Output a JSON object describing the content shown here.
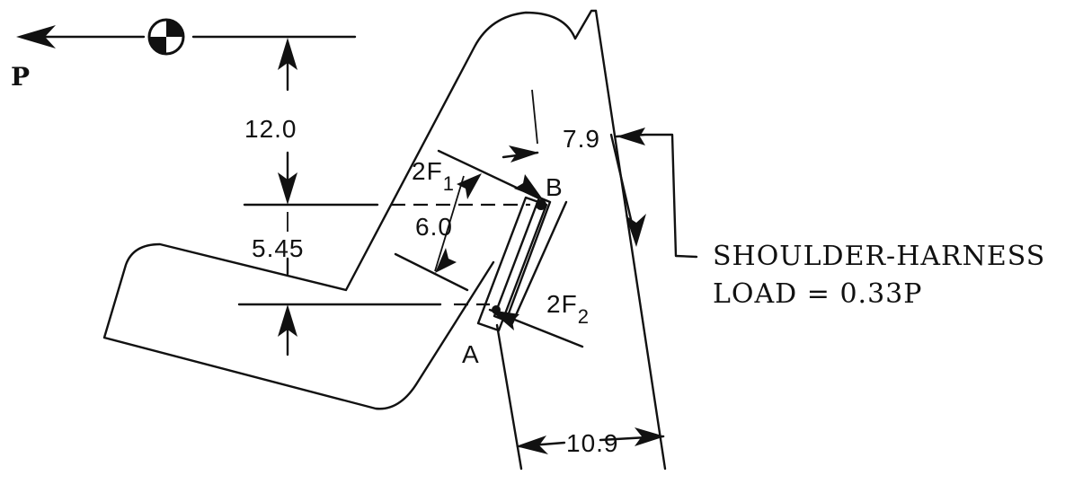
{
  "labels": {
    "force_p": "P",
    "dim_12": "12.0",
    "dim_545": "5.45",
    "dim_6": "6.0",
    "dim_79": "7.9",
    "dim_109": "10.9",
    "force_2f1_main": "2F",
    "force_2f1_sub": "1",
    "force_2f2_main": "2F",
    "force_2f2_sub": "2",
    "point_a": "A",
    "point_b": "B",
    "callout_line1": "SHOULDER-HARNESS",
    "callout_line2": "LOAD = 0.33P"
  },
  "icons": {
    "center_of_gravity": "center-of-gravity-symbol"
  },
  "colors": {
    "ink": "#111111",
    "paper": "#ffffff"
  }
}
